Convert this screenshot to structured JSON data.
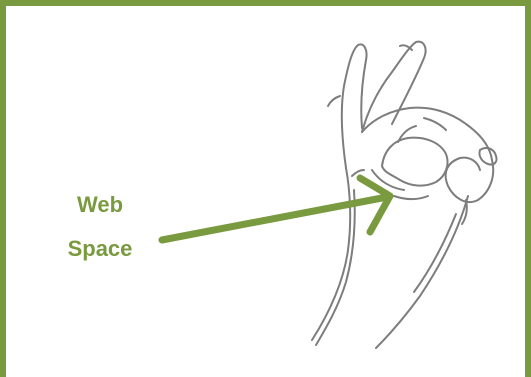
{
  "label": {
    "line1": "Web",
    "line2": "Space"
  },
  "colors": {
    "frame": "#7a9a3f",
    "arrow": "#7a9a3f",
    "hand_stroke": "#7d7d7d",
    "background": "#ffffff"
  },
  "icons": {
    "hand": "ok-hand-gesture-line-drawing",
    "arrow": "arrow-right"
  }
}
